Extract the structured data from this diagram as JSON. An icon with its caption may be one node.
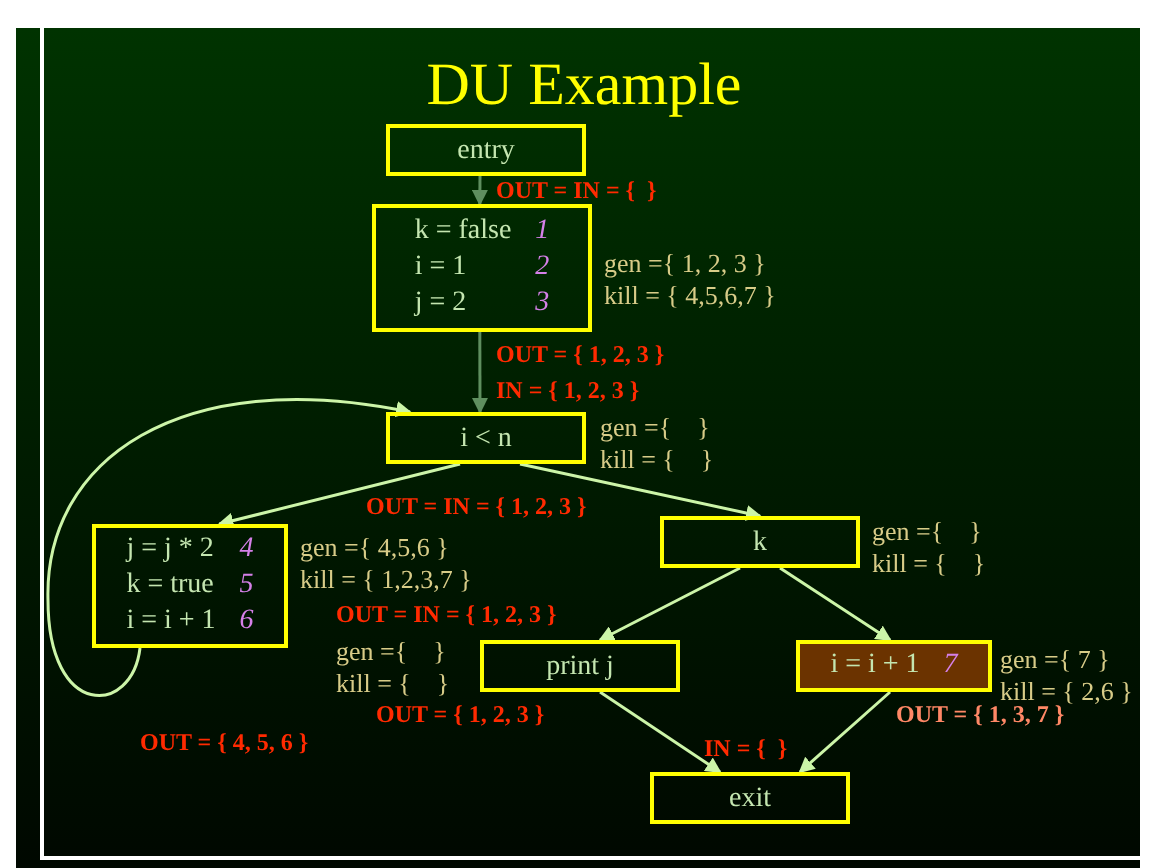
{
  "diagram": {
    "title": "DU Example",
    "nodes": [
      {
        "text": [
          "entry"
        ]
      },
      {
        "text": [
          "k = false",
          "1",
          "i = 1",
          "2",
          "j = 2",
          "3"
        ],
        "beside": [
          "gen ={ 1, 2, 3 }",
          "kill = { 4,5,6,7 }"
        ]
      },
      {
        "text": [
          "i < n"
        ],
        "beside": [
          "gen ={    }",
          "kill = {    }"
        ]
      },
      {
        "text": [
          "j = j * 2",
          "4",
          "k = true",
          "5",
          "i = i + 1",
          "6"
        ],
        "beside": [
          "gen ={ 4,5,6 }",
          "kill = { 1,2,3,7 }"
        ]
      },
      {
        "text": [
          "k"
        ],
        "beside": [
          "gen ={    }",
          "kill = {    }"
        ]
      },
      {
        "text": [
          "print j"
        ],
        "beside": [
          "gen ={    }",
          "kill = {    }"
        ]
      },
      {
        "text": [
          "i = i + 1",
          "7"
        ],
        "beside": [
          "gen ={ 7 }",
          "kill = { 2,6 }"
        ]
      },
      {
        "text": [
          "exit"
        ]
      }
    ],
    "edges": [
      {
        "from": 0,
        "to": 1,
        "arrow": "to",
        "color": "#5f8f5f"
      },
      {
        "from": 1,
        "to": 2,
        "arrow": "to",
        "color": "#5f8f5f"
      },
      {
        "from": 2,
        "to": 3,
        "arrow": "to"
      },
      {
        "from": 2,
        "to": 4,
        "arrow": "to"
      },
      {
        "from": 3,
        "to": 2,
        "arrow": "to"
      },
      {
        "from": 4,
        "to": 5,
        "arrow": "to"
      },
      {
        "from": 4,
        "to": 6,
        "arrow": "to"
      },
      {
        "from": 5,
        "to": 7,
        "arrow": "to"
      },
      {
        "from": 6,
        "to": 7,
        "arrow": "to"
      }
    ],
    "labels": [
      "OUT = IN = {  }",
      "OUT = { 1, 2, 3 }",
      "IN = { 1, 2, 3 }",
      "OUT = IN = { 1, 2, 3 }",
      "OUT = IN = { 1, 2, 3 }",
      "OUT = { 4, 5, 6 }",
      "OUT = { 1, 2, 3 }",
      "OUT = { 1, 3, 7 }",
      "IN = {  }"
    ]
  }
}
